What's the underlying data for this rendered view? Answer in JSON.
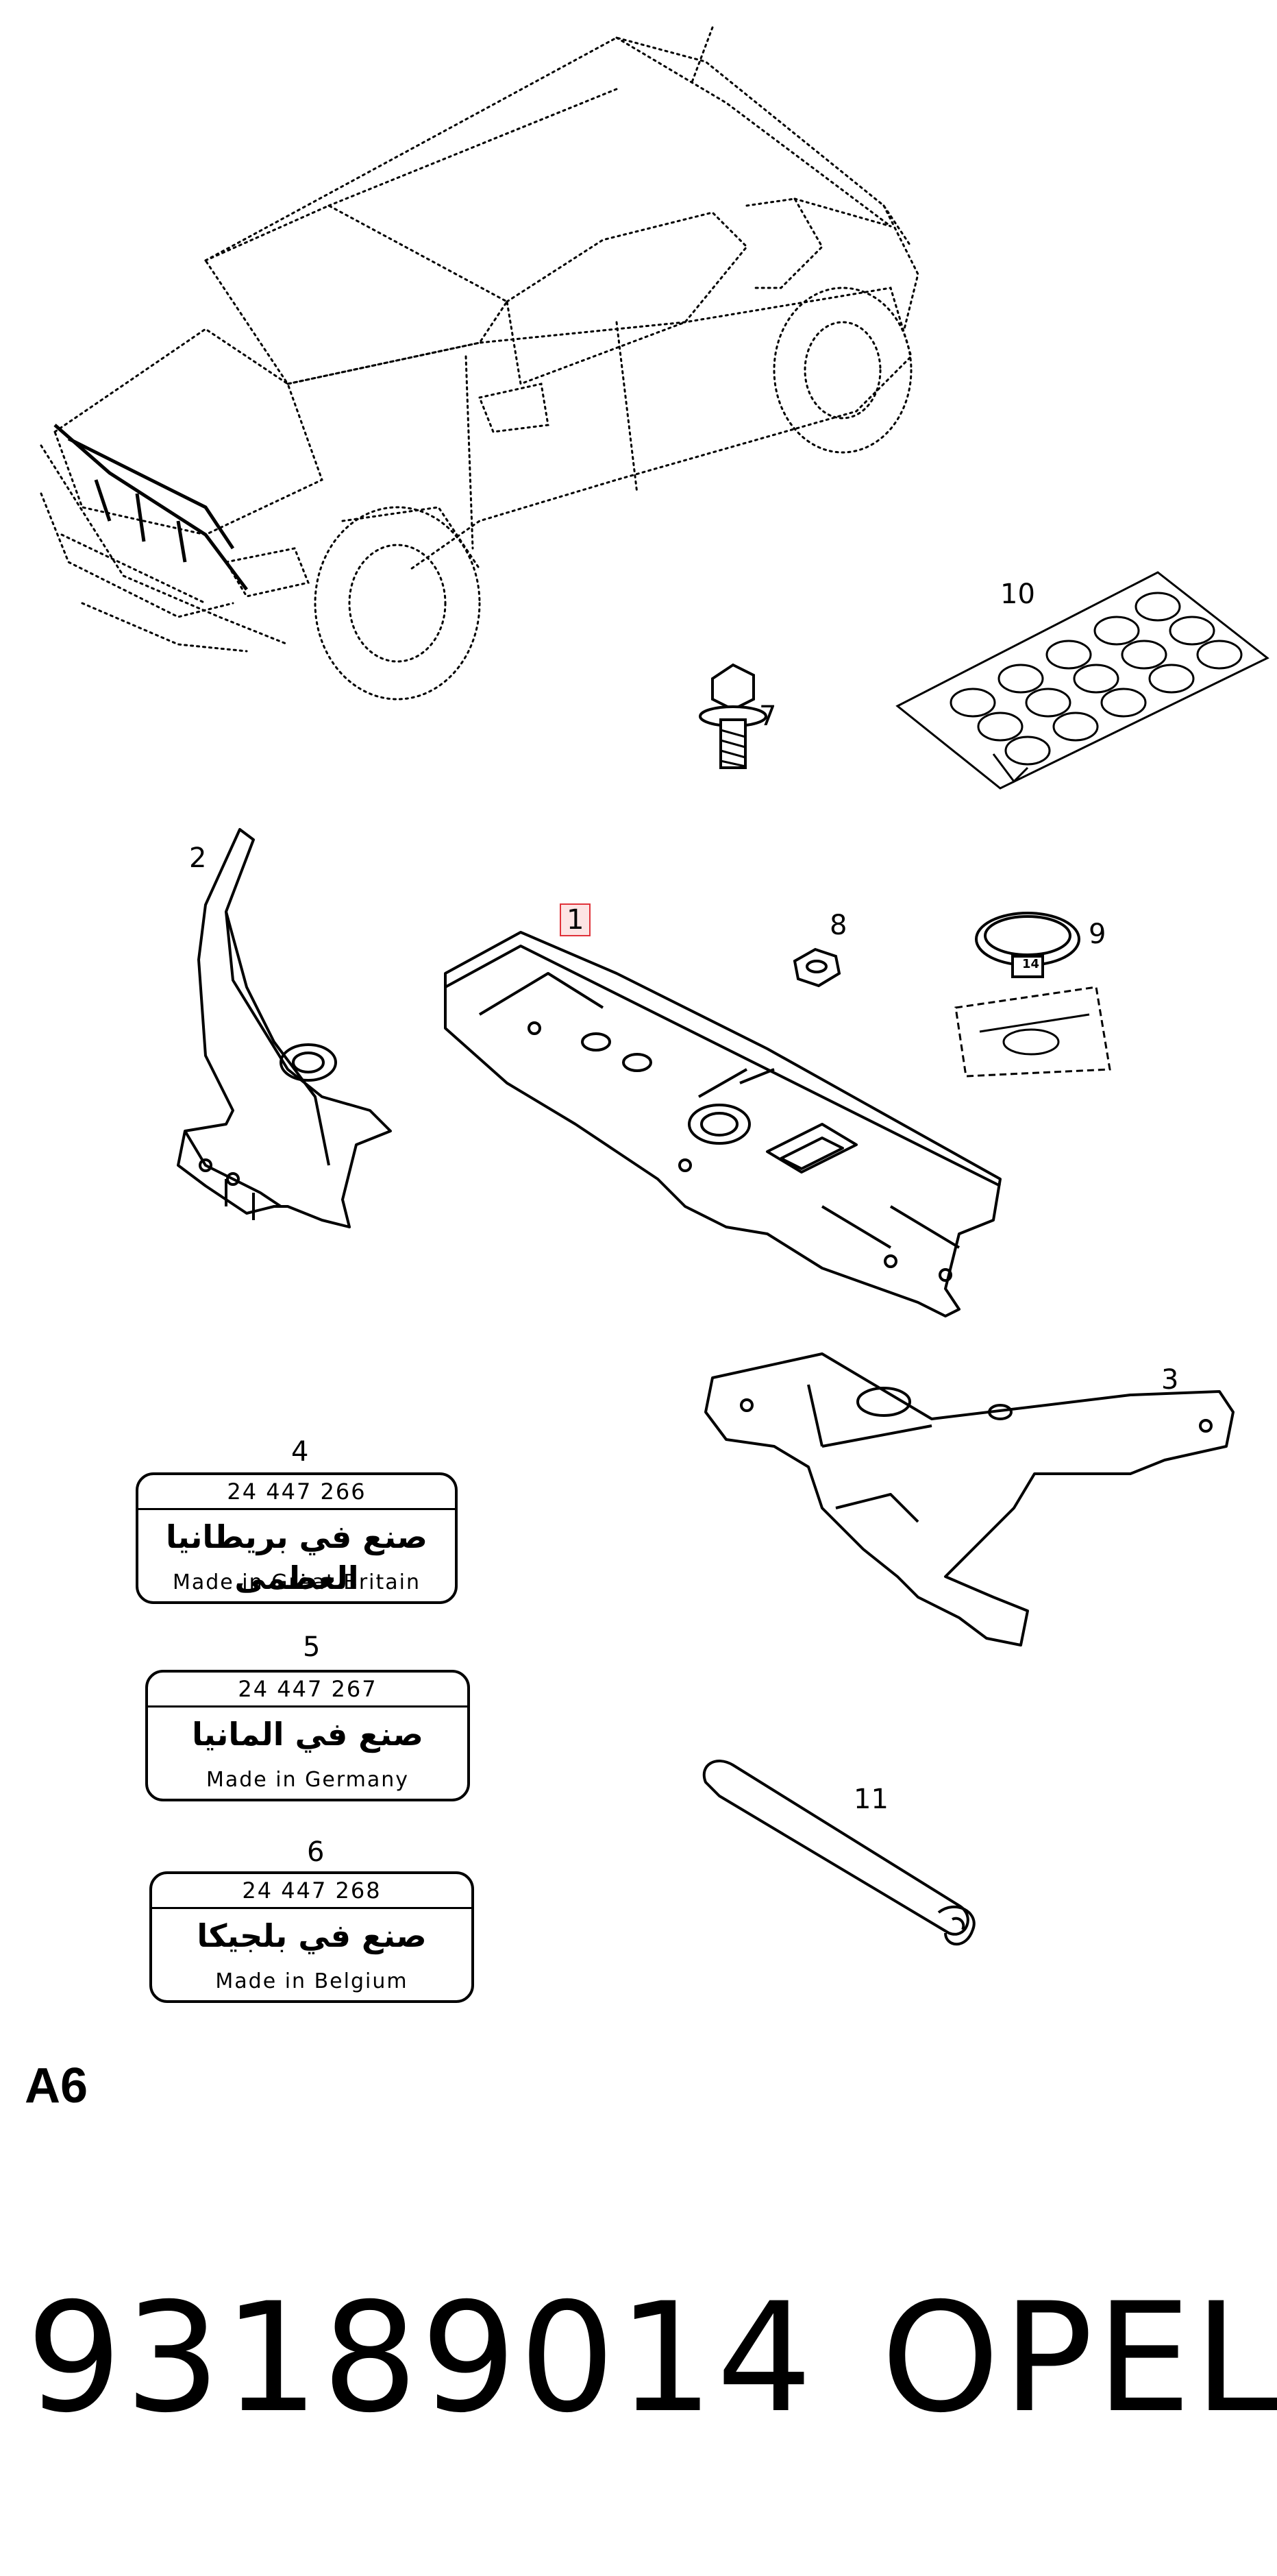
{
  "callouts": {
    "c1": "1",
    "c2": "2",
    "c3": "3",
    "c4": "4",
    "c5": "5",
    "c6": "6",
    "c7": "7",
    "c8": "8",
    "c9": "9",
    "c10": "10",
    "c11": "11"
  },
  "labels": [
    {
      "number": "24 447 266",
      "arabic": "صنع في بريطانيا العظمى",
      "made": "Made in Great Britain"
    },
    {
      "number": "24 447 267",
      "arabic": "صنع في المانيا",
      "made": "Made in Germany"
    },
    {
      "number": "24 447 268",
      "arabic": "صنع في بلجيكا",
      "made": "Made in Belgium"
    }
  ],
  "plug_marking": "14",
  "section_code": "A6",
  "part_number": "93189014",
  "brand": "OPEL",
  "colors": {
    "highlight_border": "#e0323a",
    "highlight_fill": "#fde4e4"
  }
}
